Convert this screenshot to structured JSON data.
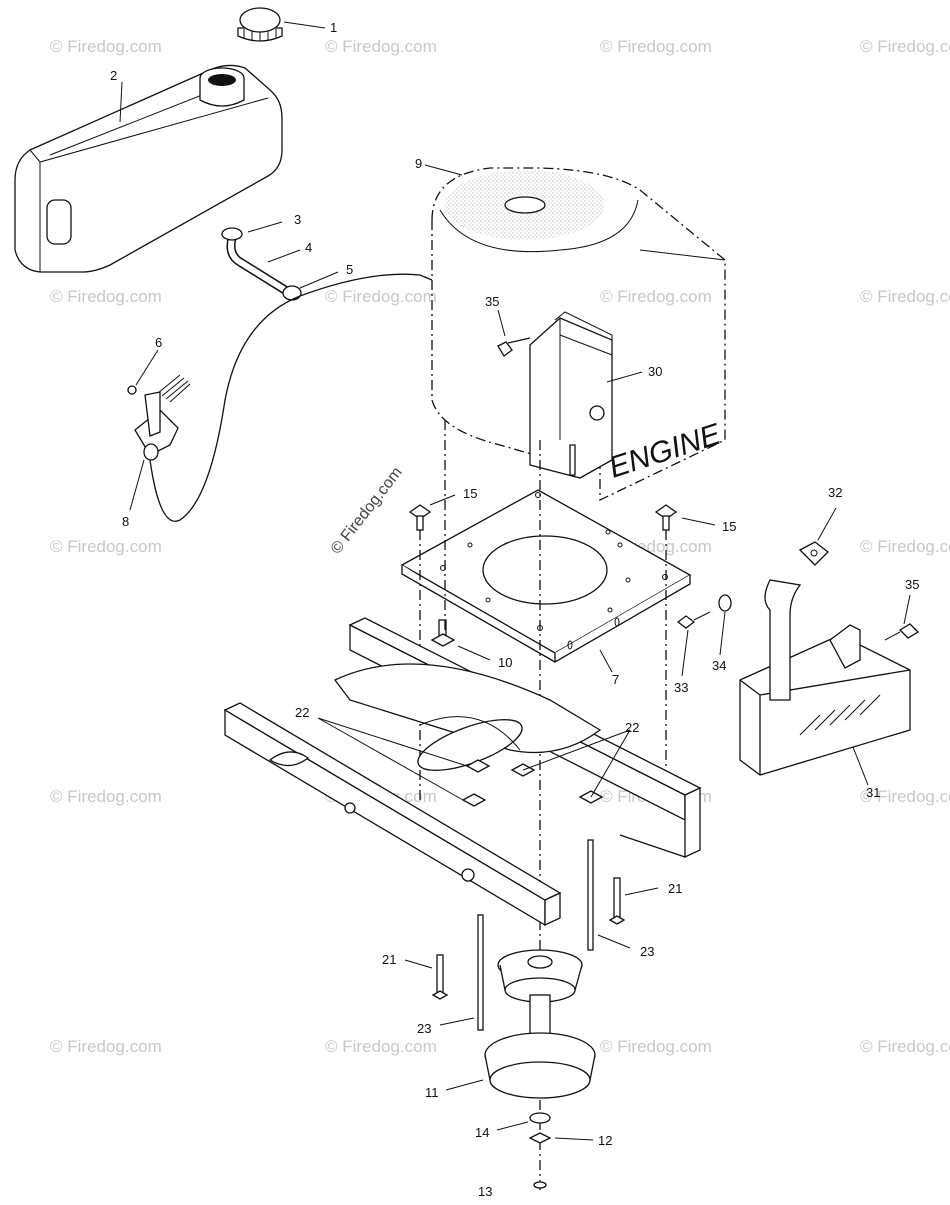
{
  "diagram": {
    "engine_label": "ENGINE",
    "watermark_text": "© Firedog.com",
    "callouts": [
      {
        "id": "c1",
        "text": "1"
      },
      {
        "id": "c2",
        "text": "2"
      },
      {
        "id": "c3",
        "text": "3"
      },
      {
        "id": "c4",
        "text": "4"
      },
      {
        "id": "c5",
        "text": "5"
      },
      {
        "id": "c6",
        "text": "6"
      },
      {
        "id": "c7",
        "text": "7"
      },
      {
        "id": "c8",
        "text": "8"
      },
      {
        "id": "c9",
        "text": "9"
      },
      {
        "id": "c10",
        "text": "10"
      },
      {
        "id": "c11",
        "text": "11"
      },
      {
        "id": "c12",
        "text": "12"
      },
      {
        "id": "c13",
        "text": "13"
      },
      {
        "id": "c14",
        "text": "14"
      },
      {
        "id": "c15a",
        "text": "15"
      },
      {
        "id": "c15b",
        "text": "15"
      },
      {
        "id": "c21a",
        "text": "21"
      },
      {
        "id": "c21b",
        "text": "21"
      },
      {
        "id": "c22a",
        "text": "22"
      },
      {
        "id": "c22b",
        "text": "22"
      },
      {
        "id": "c23a",
        "text": "23"
      },
      {
        "id": "c23b",
        "text": "23"
      },
      {
        "id": "c30",
        "text": "30"
      },
      {
        "id": "c31",
        "text": "31"
      },
      {
        "id": "c32",
        "text": "32"
      },
      {
        "id": "c33",
        "text": "33"
      },
      {
        "id": "c34",
        "text": "34"
      },
      {
        "id": "c35a",
        "text": "35"
      },
      {
        "id": "c35b",
        "text": "35"
      }
    ]
  }
}
